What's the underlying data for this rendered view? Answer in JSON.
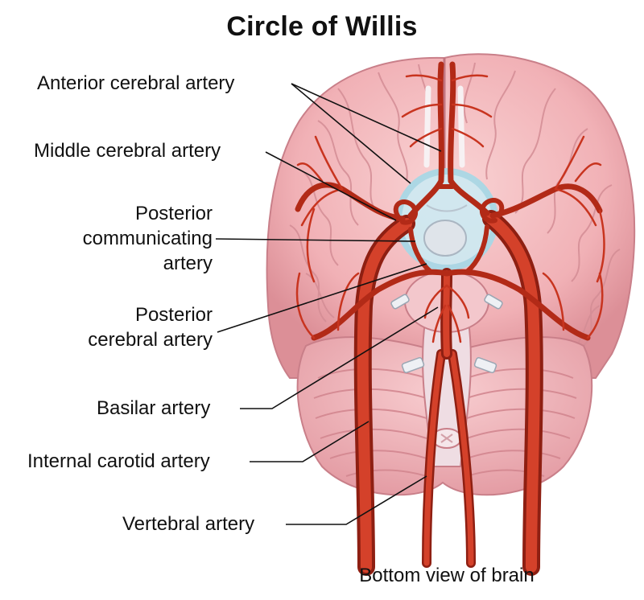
{
  "title": "Circle of Willis",
  "labels": {
    "anterior_cerebral": "Anterior cerebral artery",
    "middle_cerebral": "Middle cerebral artery",
    "posterior_communicating_l1": "Posterior",
    "posterior_communicating_l2": "communicating",
    "posterior_communicating_l3": "artery",
    "posterior_cerebral_l1": "Posterior",
    "posterior_cerebral_l2": "cerebral artery",
    "basilar": "Basilar artery",
    "internal_carotid": "Internal carotid artery",
    "vertebral": "Vertebral artery"
  },
  "caption": "Bottom view of brain",
  "colors": {
    "brain_fill": "#f3b8bc",
    "brain_shadow": "#d98c93",
    "artery": "#c8341f",
    "artery_dark": "#8e1f12",
    "highlight_ring": "#bfe3ee",
    "stem_fill": "#e9dfe6",
    "leader_line": "#111111"
  }
}
